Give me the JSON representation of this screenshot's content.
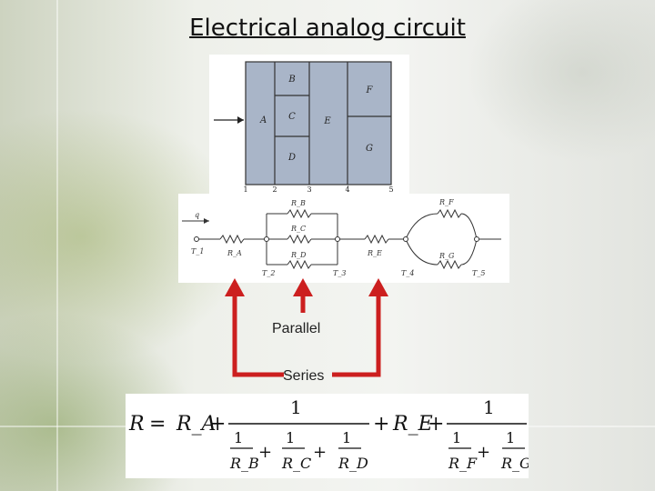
{
  "title": "Electrical analog circuit",
  "wall": {
    "regions": [
      "A",
      "B",
      "C",
      "D",
      "E",
      "F",
      "G"
    ],
    "nodes": [
      "1",
      "2",
      "3",
      "4",
      "5"
    ]
  },
  "circuit": {
    "resistors": [
      "R_A",
      "R_B",
      "R_C",
      "R_D",
      "R_E",
      "R_F",
      "R_G"
    ],
    "flux": "q",
    "temperatures": [
      "T_1",
      "T_2",
      "T_3",
      "T_4",
      "T_5"
    ]
  },
  "annotations": {
    "parallel": "Parallel",
    "series": "Series"
  },
  "arrow_color": "#cc1f1f",
  "formula": {
    "lhs": "R",
    "equals": "=",
    "RA": "R_A",
    "plus": "+",
    "RE": "R_E",
    "one": "1",
    "RB": "R_B",
    "RC": "R_C",
    "RD": "R_D",
    "RF": "R_F",
    "RG": "R_G"
  }
}
